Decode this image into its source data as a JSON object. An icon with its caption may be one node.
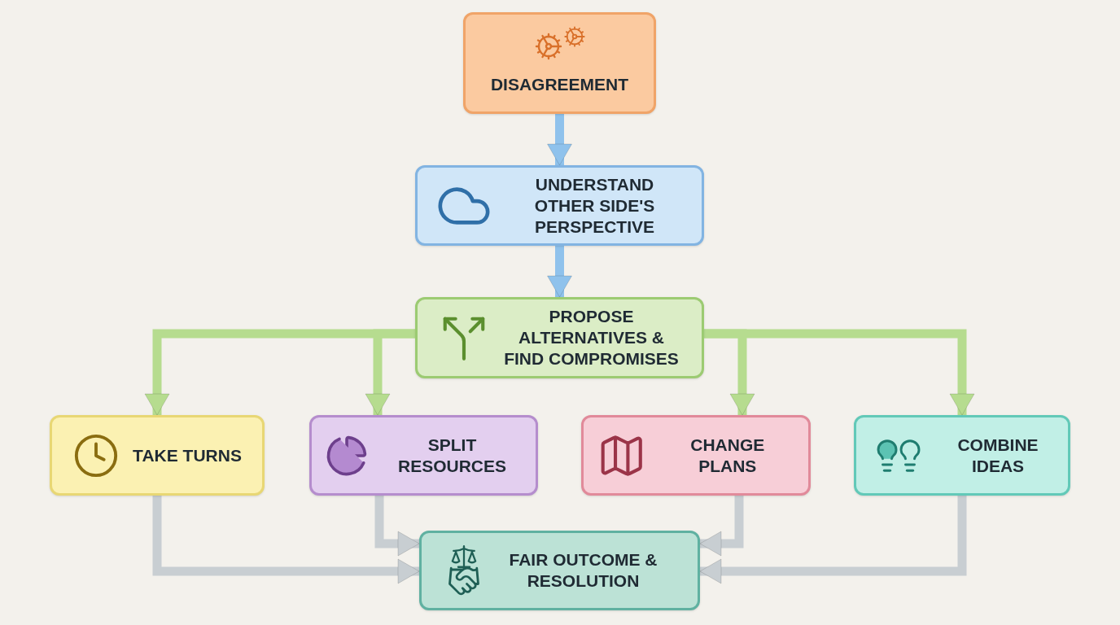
{
  "diagram": {
    "nodes": [
      {
        "text": [
          "DISAGREEMENT"
        ]
      },
      {
        "text": [
          "UNDERSTAND OTHER SIDE'S PERSPECTIVE"
        ]
      },
      {
        "text": [
          "PROPOSE ALTERNATIVES & FIND COMPROMISES"
        ]
      },
      {
        "text": [
          "TAKE TURNS"
        ]
      },
      {
        "text": [
          "SPLIT RESOURCES"
        ]
      },
      {
        "text": [
          "CHANGE PLANS"
        ]
      },
      {
        "text": [
          "COMBINE IDEAS"
        ]
      },
      {
        "text": [
          "FAIR OUTCOME & RESOLUTION"
        ]
      }
    ],
    "edges": [
      {
        "from": 0,
        "to": 1,
        "arrow": "to",
        "color": "#8fc2ec"
      },
      {
        "from": 1,
        "to": 2,
        "arrow": "to",
        "color": "#8fc2ec"
      },
      {
        "from": 2,
        "to": 3,
        "arrow": "to",
        "color": "#b6dc8f"
      },
      {
        "from": 2,
        "to": 4,
        "arrow": "to",
        "color": "#b6dc8f"
      },
      {
        "from": 2,
        "to": 5,
        "arrow": "to",
        "color": "#b6dc8f"
      },
      {
        "from": 2,
        "to": 6,
        "arrow": "to",
        "color": "#b6dc8f"
      },
      {
        "from": 3,
        "to": 7,
        "arrow": "to",
        "color": "#c8ced2"
      },
      {
        "from": 4,
        "to": 7,
        "arrow": "to",
        "color": "#c8ced2"
      },
      {
        "from": 5,
        "to": 7,
        "arrow": "to",
        "color": "#c8ced2"
      },
      {
        "from": 6,
        "to": 7,
        "arrow": "to",
        "color": "#c8ced2"
      }
    ]
  }
}
